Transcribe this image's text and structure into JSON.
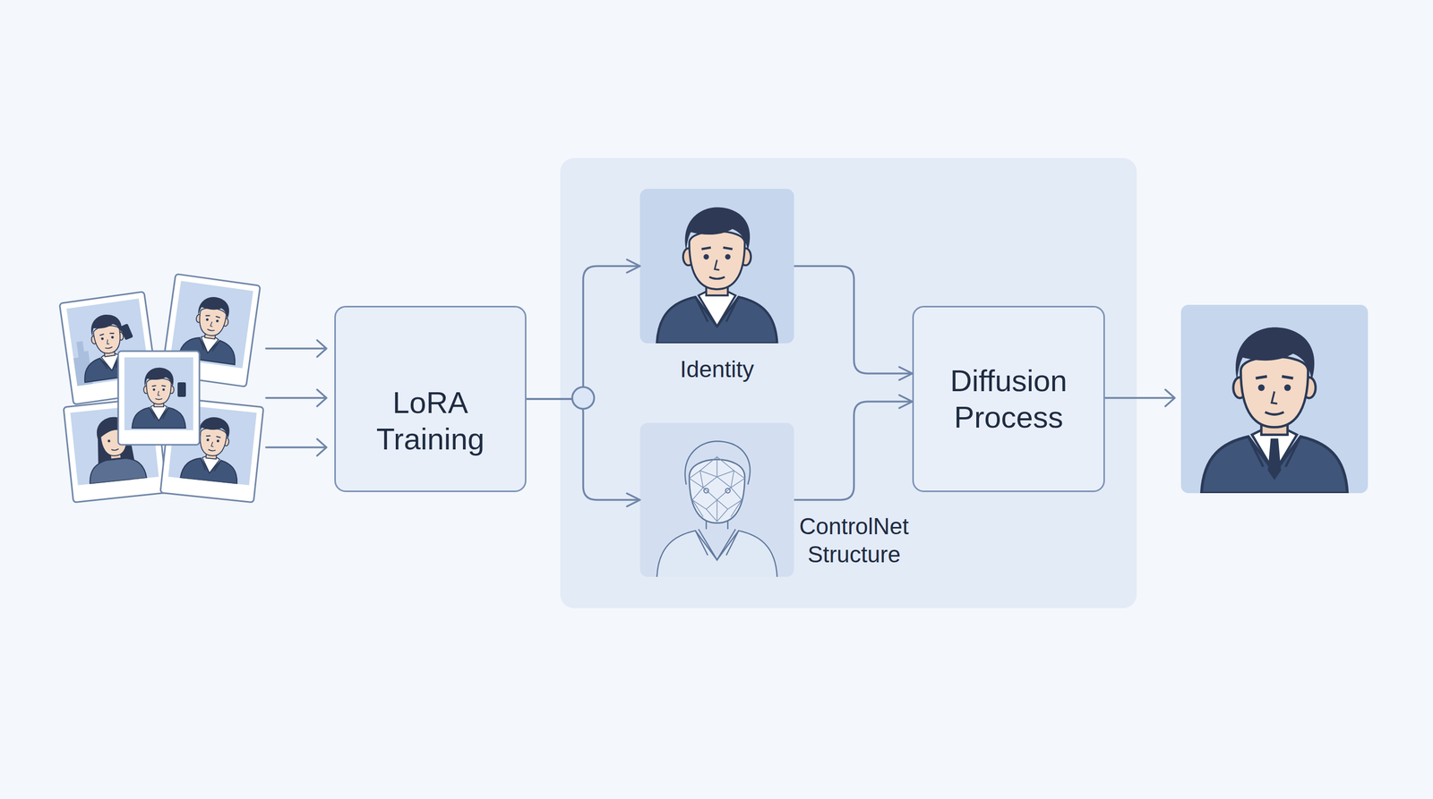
{
  "diagram": {
    "nodes": [
      {
        "text": [
          "LoRA Training"
        ]
      },
      {
        "text": [
          "Identity"
        ]
      },
      {
        "text": [
          "ControlNet Structure"
        ]
      },
      {
        "text": [
          "Diffusion Process"
        ]
      }
    ],
    "edges": [
      {
        "from": 0,
        "to": 1,
        "arrow": "to"
      },
      {
        "from": 0,
        "to": 2,
        "arrow": "to"
      },
      {
        "from": 1,
        "to": 3,
        "arrow": "to"
      },
      {
        "from": 2,
        "to": 3,
        "arrow": "to"
      }
    ]
  }
}
